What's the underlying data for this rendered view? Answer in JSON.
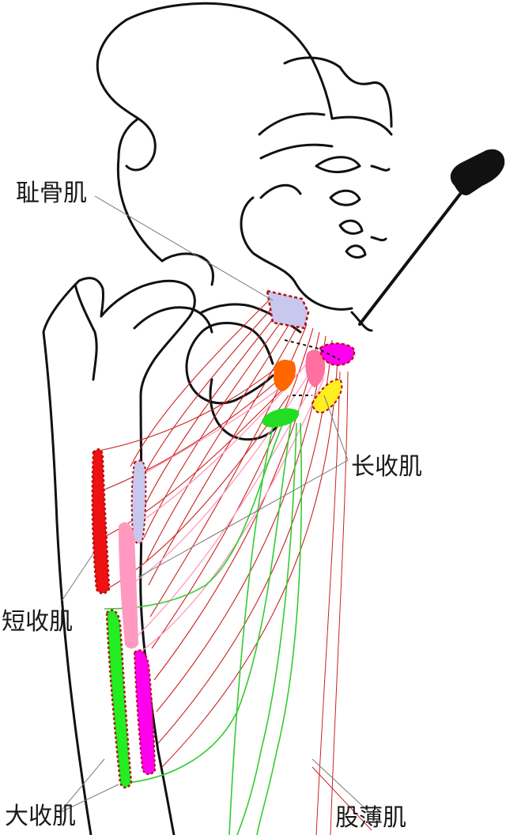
{
  "labels": {
    "pectineus": "耻骨肌",
    "adductor_longus": "长收肌",
    "adductor_brevis": "短收肌",
    "adductor_magnus": "大收肌",
    "gracilis": "股薄肌"
  },
  "colors": {
    "outline": "#111111",
    "pectineus": "#c8c8ee",
    "adductor_longus": "#ff6f9f",
    "adductor_brevis": "#ee1111",
    "adductor_magnus": "#22dd22",
    "gracilis_region": "#ff00ee",
    "obturator_orange": "#ff6600",
    "yellow_origin": "#ffee22",
    "fiber_red": "#cc2222",
    "fiber_pink": "#ff99bb",
    "fiber_green": "#33cc33",
    "dashed_border": "#b01010"
  },
  "icons": [
    "surgical-probe-icon"
  ]
}
